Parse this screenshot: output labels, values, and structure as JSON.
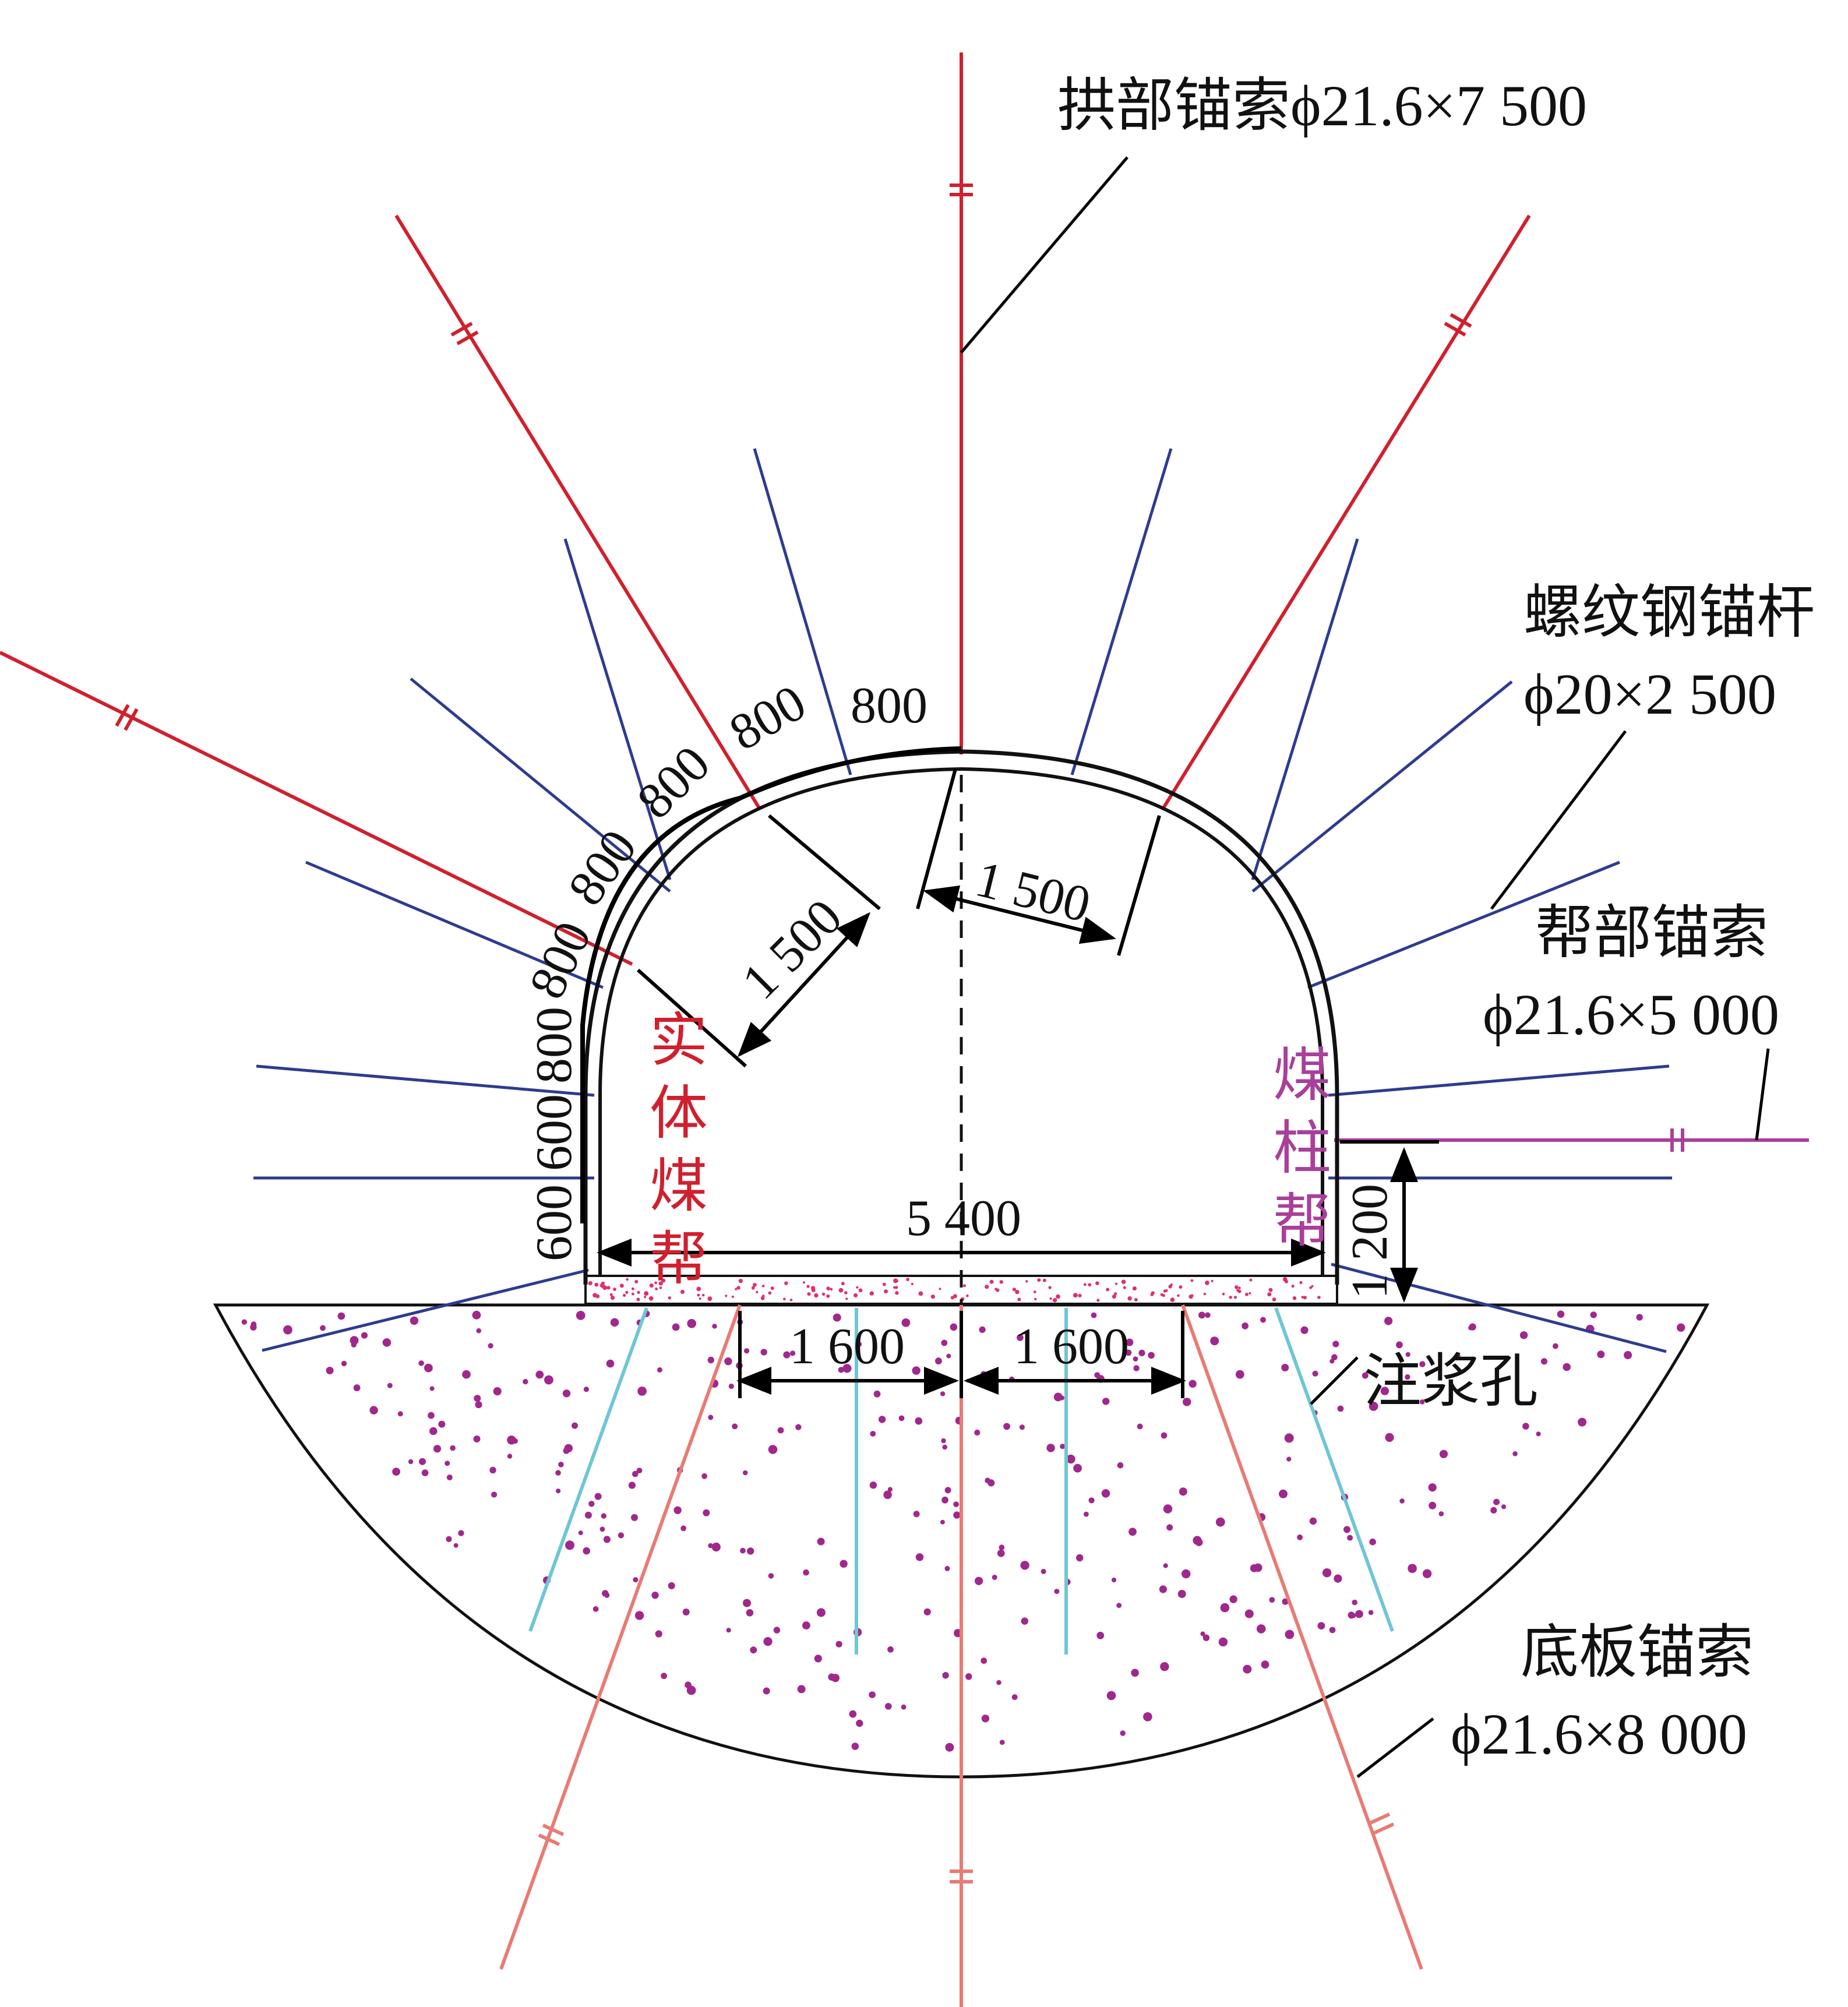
{
  "labels": {
    "arch_cable": "拱部锚索ϕ21.6×7 500",
    "rebar_bolt_line1": "螺纹钢锚杆",
    "rebar_bolt_line2": "ϕ20×2 500",
    "side_cable_line1": "帮部锚索",
    "side_cable_line2": "ϕ21.6×5 000",
    "grout_hole": "注浆孔",
    "floor_cable_line1": "底板锚索",
    "floor_cable_line2": "ϕ21.6×8 000"
  },
  "walls": {
    "solid_coal_wall": [
      "实",
      "体",
      "煤",
      "帮"
    ],
    "coal_pillar_wall": [
      "煤",
      "柱",
      "帮"
    ]
  },
  "dimensions": {
    "arc_spacings": [
      "800",
      "800",
      "800",
      "800",
      "800",
      "800"
    ],
    "wall_spacings": [
      "600",
      "600"
    ],
    "arch_cable_spacing_left": "1 500",
    "arch_cable_spacing_right": "1 500",
    "roadway_width": "5 400",
    "side_cable_height": "1 200",
    "floor_spacing_left": "1 600",
    "floor_spacing_right": "1 600"
  },
  "colors": {
    "arch_cable": "#d0202e",
    "bolt": "#2e3b8f",
    "side_cable": "#a8409a",
    "floor_cable": "#e87b74",
    "grout_hole": "#6fc6d4",
    "fill_dots": "#a0288c",
    "outline": "#111111"
  }
}
